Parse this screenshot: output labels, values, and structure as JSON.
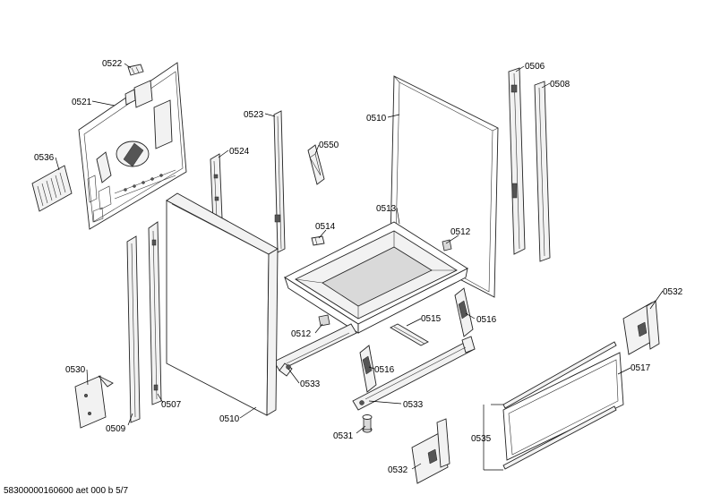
{
  "labels": {
    "p0522": "0522",
    "p0521": "0521",
    "p0536": "0536",
    "p0523": "0523",
    "p0524": "0524",
    "p0550": "0550",
    "p0510a": "0510",
    "p0506": "0506",
    "p0508": "0508",
    "p0513": "0513",
    "p0514": "0514",
    "p0512a": "0512",
    "p0512b": "0512",
    "p0515": "0515",
    "p0516a": "0516",
    "p0516b": "0516",
    "p0532a": "0532",
    "p0517": "0517",
    "p0533a": "0533",
    "p0533b": "0533",
    "p0530": "0530",
    "p0509": "0509",
    "p0507": "0507",
    "p0510b": "0510",
    "p0531": "0531",
    "p0535": "0535",
    "p0532b": "0532"
  },
  "footer": "58300000160600 aet 000 b 5/7"
}
